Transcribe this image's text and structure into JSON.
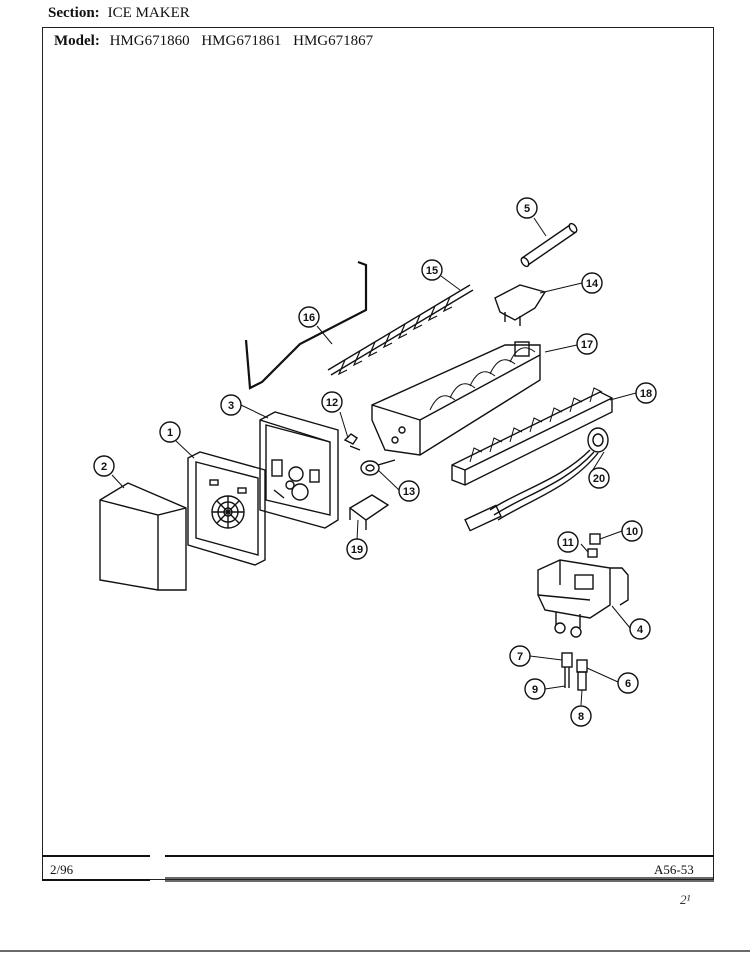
{
  "header": {
    "section_label": "Section:",
    "section_value": "ICE MAKER",
    "model_label": "Model:",
    "models": [
      "HMG671860",
      "HMG671861",
      "HMG671867"
    ]
  },
  "footer": {
    "date": "2/96",
    "page_code": "A56-53",
    "page_mark": "2¹"
  },
  "callouts": [
    "1",
    "2",
    "3",
    "4",
    "5",
    "6",
    "7",
    "8",
    "9",
    "10",
    "11",
    "12",
    "13",
    "14",
    "15",
    "16",
    "17",
    "18",
    "19",
    "20"
  ]
}
